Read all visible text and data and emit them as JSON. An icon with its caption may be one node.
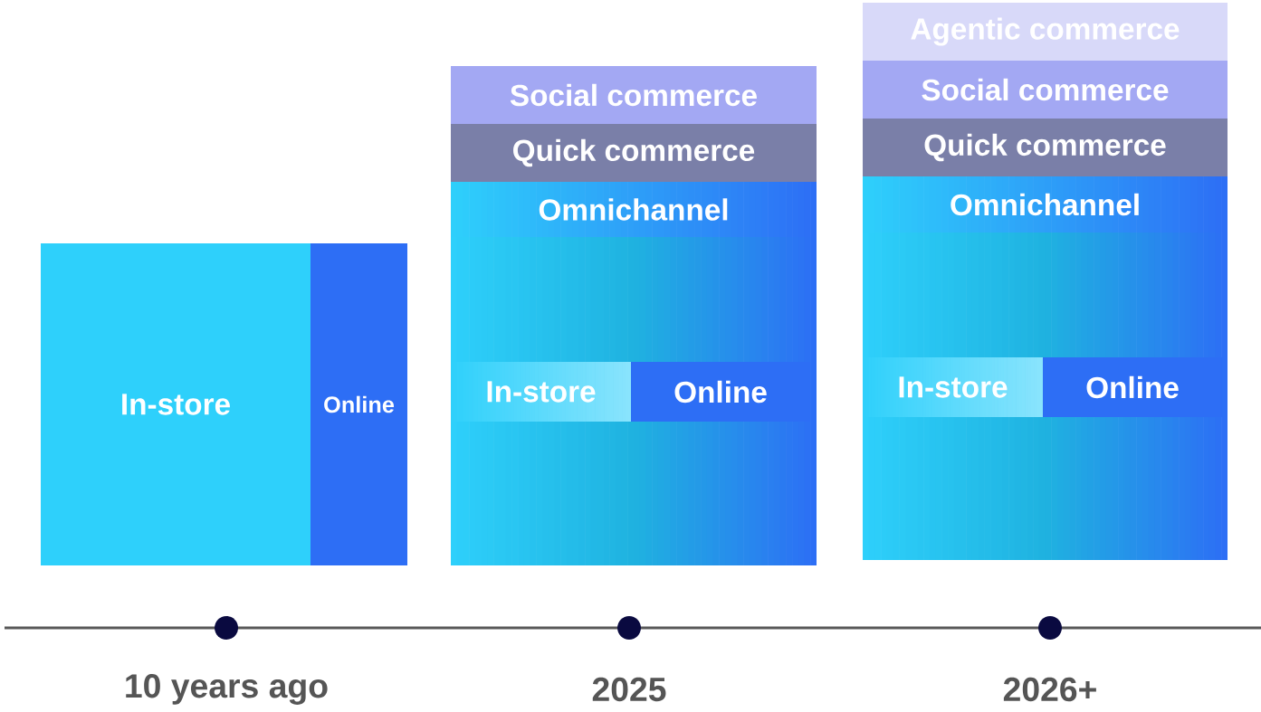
{
  "diagram": {
    "nodes": [
      {
        "text": [
          "In-store"
        ]
      },
      {
        "text": [
          "Online"
        ]
      },
      {
        "text": [
          "Social commerce"
        ]
      },
      {
        "text": [
          "Quick commerce"
        ]
      },
      {
        "text": [
          "Omnichannel"
        ]
      },
      {
        "text": [],
        "shape": "box"
      },
      {
        "text": [
          "In-store"
        ],
        "in": 5
      },
      {
        "text": [
          "Online"
        ],
        "in": 5
      },
      {
        "text": [
          "Agentic commerce"
        ]
      },
      {
        "text": [
          "Social commerce"
        ]
      },
      {
        "text": [
          "Quick commerce"
        ]
      },
      {
        "text": [
          "Omnichannel"
        ]
      },
      {
        "text": [],
        "shape": "box"
      },
      {
        "text": [
          "In-store"
        ],
        "in": 12
      },
      {
        "text": [
          "Online"
        ],
        "in": 12
      }
    ],
    "labels": [
      "10 years ago",
      "2025",
      "2026+"
    ]
  }
}
